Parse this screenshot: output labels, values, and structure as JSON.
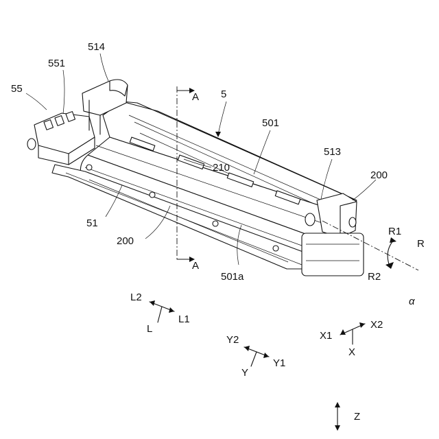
{
  "labels": {
    "l514": "514",
    "l551": "551",
    "l55": "55",
    "l5": "5",
    "lA_top": "A",
    "lA_bottom": "A",
    "l501": "501",
    "l513": "513",
    "l200_right": "200",
    "l210": "210",
    "l51": "51",
    "l200_left": "200",
    "l501a": "501a",
    "lR1": "R1",
    "lR": "R",
    "lR2": "R2",
    "lalpha": "α"
  },
  "axes": {
    "L2": "L2",
    "L": "L",
    "L1": "L1",
    "Y2": "Y2",
    "Y": "Y",
    "Y1": "Y1",
    "X1": "X1",
    "X2": "X2",
    "X": "X",
    "Z": "Z"
  }
}
